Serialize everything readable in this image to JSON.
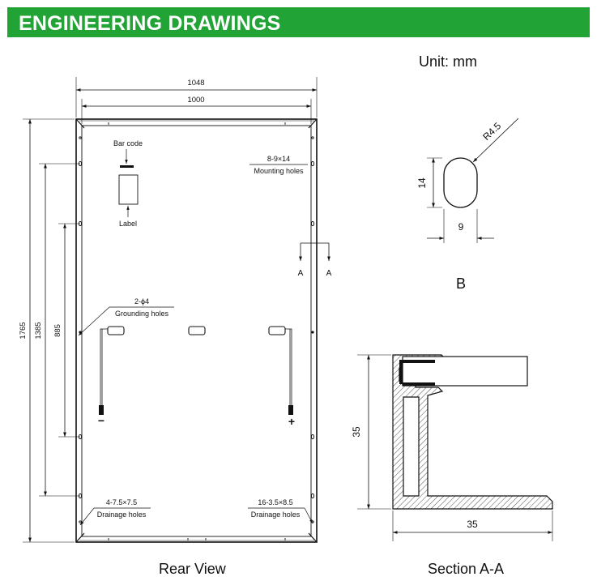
{
  "header": {
    "title": "ENGINEERING DRAWINGS",
    "banner_color": "#21a336"
  },
  "unit_label": "Unit: mm",
  "rear_view": {
    "caption": "Rear View",
    "dims": {
      "outer_width": "1048",
      "inner_width": "1000",
      "height": "1765",
      "mount_span": "1385",
      "inner_span": "885"
    },
    "labels": {
      "bar_code": "Bar code",
      "label": "Label",
      "mounting_spec": "8-9×14",
      "mounting": "Mounting holes",
      "grounding_spec": "2-ϕ4",
      "grounding": "Grounding holes",
      "drainage_left_spec": "4-7.5×7.5",
      "drainage_left": "Drainage holes",
      "drainage_right_spec": "16-3.5×8.5",
      "drainage_right": "Drainage holes",
      "section_mark": "A",
      "minus": "−",
      "plus": "+"
    }
  },
  "detail_b": {
    "caption": "B",
    "radius": "R4.5",
    "height": "14",
    "width": "9"
  },
  "section_aa": {
    "caption": "Section A-A",
    "height": "35",
    "width": "35"
  }
}
